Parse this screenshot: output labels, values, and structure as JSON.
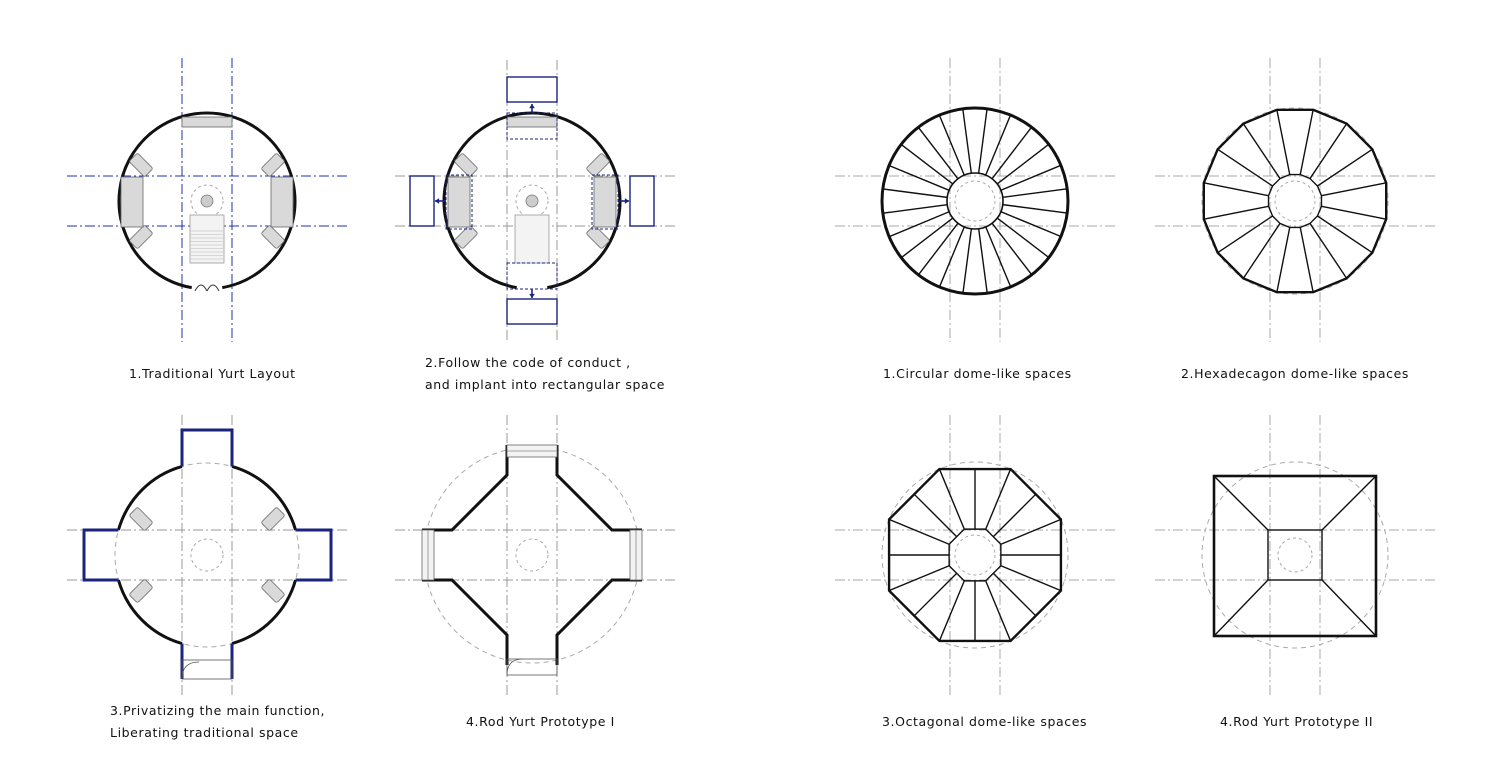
{
  "left_panel": {
    "diagrams": [
      {
        "id": "traditional",
        "caption_lines": [
          "1.Traditional Yurt Layout"
        ]
      },
      {
        "id": "implant",
        "caption_lines": [
          "2.Follow the code of conduct ,",
          "and implant into rectangular space"
        ]
      },
      {
        "id": "privatizing",
        "caption_lines": [
          "3.Privatizing the main function,",
          "Liberating traditional space"
        ]
      },
      {
        "id": "prototype1",
        "caption_lines": [
          "4.Rod Yurt Prototype I"
        ]
      }
    ]
  },
  "right_panel": {
    "diagrams": [
      {
        "id": "circular",
        "caption_lines": [
          "1.Circular dome-like spaces"
        ],
        "segments": 24
      },
      {
        "id": "hexadecagon",
        "caption_lines": [
          "2.Hexadecagon dome-like spaces"
        ],
        "segments": 16
      },
      {
        "id": "octagonal",
        "caption_lines": [
          "3.Octagonal dome-like spaces"
        ],
        "segments": 8
      },
      {
        "id": "prototype2",
        "caption_lines": [
          "4.Rod Yurt Prototype II"
        ],
        "segments": 4
      }
    ]
  },
  "colors": {
    "line": "#111111",
    "blue": "#1a237e",
    "grid": "#aaaaaa",
    "fill": "#d9d9d9",
    "blue_grid": "#2233aa"
  }
}
